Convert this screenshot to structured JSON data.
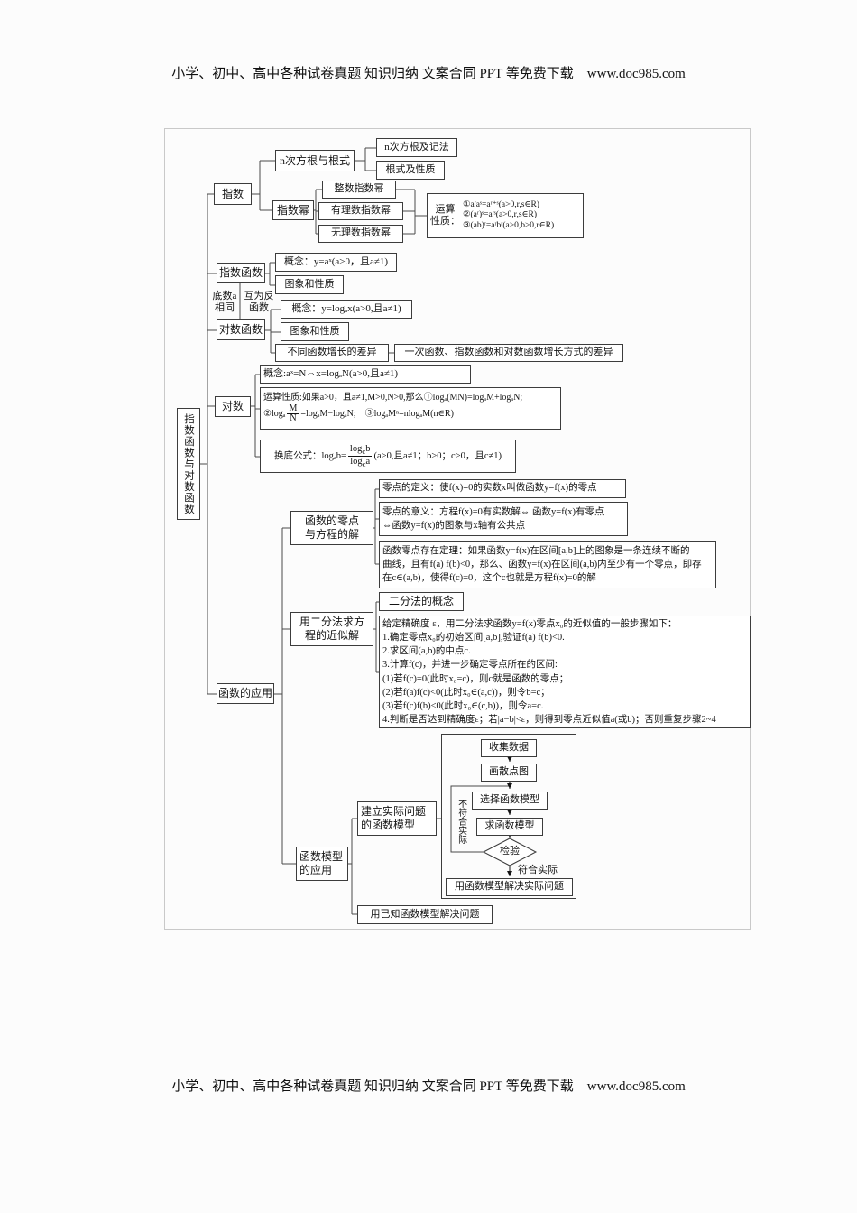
{
  "header_text": "小学、初中、高中各种试卷真题 知识归纳 文案合同 PPT 等免费下载　www.doc985.com",
  "footer_text": "小学、初中、高中各种试卷真题 知识归纳 文案合同 PPT 等免费下载　www.doc985.com",
  "root": {
    "label": "指数函数与对数函数"
  },
  "relation": {
    "same_base": "底数a\n相同",
    "inverse": "互为反\n函数"
  },
  "exponent": {
    "label": "指数",
    "nth_root": {
      "label": "n次方根与根式",
      "notation": "n次方根及记法",
      "radical": "根式及性质"
    },
    "power": {
      "label": "指数幂",
      "integer": "整数指数幂",
      "rational": "有理数指数幂",
      "irrational": "无理数指数幂",
      "properties": {
        "label": "运算\n性质：",
        "lines": [
          "①aʳaˢ=aʳ⁺ˢ(a>0,r,s∈R)",
          "②(aʳ)ˢ=aʳˢ(a>0,r,s∈R)",
          "③(ab)ʳ=aʳbʳ(a>0,b>0,r∈R)"
        ]
      }
    }
  },
  "exp_function": {
    "label": "指数函数",
    "concept": "概念：y=aˣ(a>0，且a≠1)",
    "graph": "图象和性质"
  },
  "log_function": {
    "label": "对数函数",
    "concept": "概念：y=logₐx(a>0,且a≠1)",
    "graph": "图象和性质",
    "growth": "不同函数增长的差异",
    "growth_detail": "一次函数、指数函数和对数函数增长方式的差异"
  },
  "logarithm": {
    "label": "对数",
    "concept": "概念:aˣ=N⇔x=logₐN(a>0,且a≠1)",
    "properties_line1": "运算性质:如果a>0，且a≠1,M>0,N>0,那么①logₐ(MN)=logₐM+logₐN;",
    "properties_line2_prefix": "②logₐ",
    "frac_m": "M",
    "frac_n": "N",
    "properties_line2_suffix": "=logₐM−logₐN;　③logₐMⁿ=nlogₐM(n∈R)",
    "change_base_prefix": "换底公式：logₐb=",
    "cb_num_log": "log",
    "cb_num_sub": "c",
    "cb_num_arg": "b",
    "cb_den_log": "log",
    "cb_den_sub": "c",
    "cb_den_arg": "a",
    "change_base_suffix": "(a>0,且a≠1；b>0；c>0，且c≠1)"
  },
  "application": {
    "label": "函数的应用",
    "zero": {
      "label": "函数的零点\n与方程的解",
      "definition": "零点的定义：使f(x)=0的实数x叫做函数y=f(x)的零点",
      "meaning": [
        "零点的意义：方程f(x)=0有实数解⇔ 函数y=f(x)有零点",
        "⇔函数y=f(x)的图象与x轴有公共点"
      ],
      "theorem": [
        "函数零点存在定理：如果函数y=f(x)在区间[a,b]上的图象是一条连续不断的",
        "曲线，且有f(a) f(b)<0，那么、函数y=f(x)在区间(a,b)内至少有一个零点，即存",
        "在c∈(a,b)，使得f(c)=0，这个c也就是方程f(x)=0的解"
      ]
    },
    "bisection": {
      "label": "用二分法求方\n程的近似解",
      "concept": "二分法的概念",
      "steps": [
        "给定精确度 ε，用二分法求函数y=f(x)零点x₀的近似值的一般步骤如下：",
        "1.确定零点x₀的初始区间[a,b],验证f(a) f(b)<0.",
        "2.求区间(a,b)的中点c.",
        "3.计算f(c)，并进一步确定零点所在的区间:",
        "(1)若f(c)=0(此时x₀=c)，则c就是函数的零点；",
        "(2)若f(a)f(c)<0(此时x₀∈(a,c))，则令b=c；",
        "(3)若f(c)f(b)<0(此时x₀∈(c,b))，则令a=c.",
        "4.判断是否达到精确度ε；若|a−b|<ε，则得到零点近似值a(或b)；否则重复步骤2~4"
      ]
    },
    "model": {
      "label": "函数模型\n的应用",
      "build": "建立实际问题\n的函数模型",
      "use_known": "用已知函数模型解决问题",
      "flow": {
        "collect": "收集数据",
        "scatter": "画散点图",
        "choose": "选择函数模型",
        "fit": "求函数模型",
        "check": "检验",
        "fit_yes": "符合实际",
        "fit_no": "不符合实际",
        "solve": "用函数模型解决实际问题"
      }
    }
  }
}
